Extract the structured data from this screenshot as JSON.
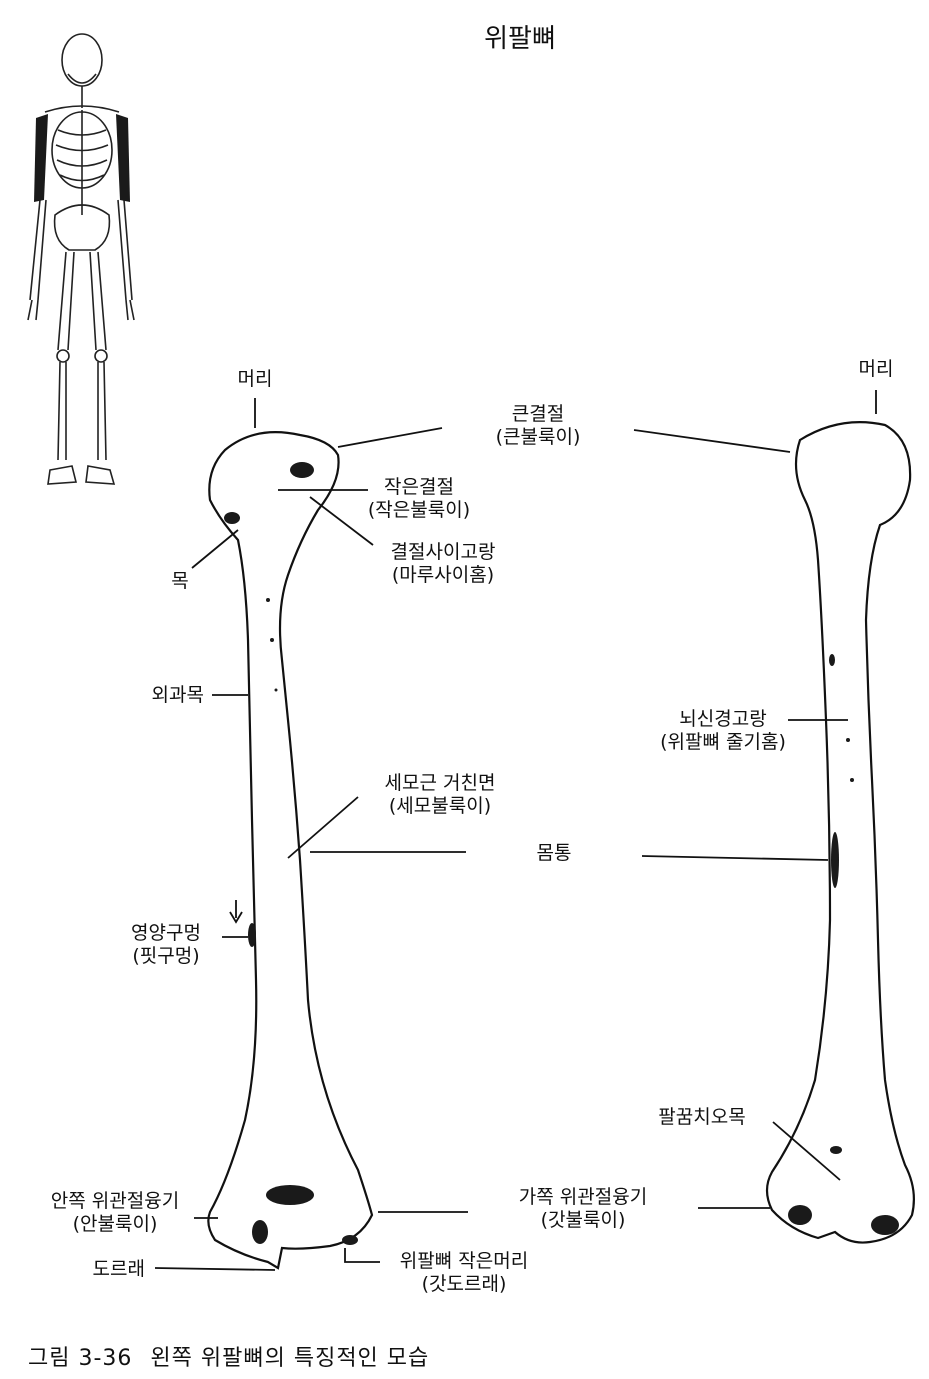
{
  "title": "위팔뼈",
  "caption": {
    "figure_no": "그림 3-36",
    "text": "왼쪽 위팔뼈의 특징적인 모습"
  },
  "labels": {
    "head_left": "머리",
    "head_right": "머리",
    "greater_tubercle": [
      "큰결절",
      "(큰불룩이)"
    ],
    "lesser_tubercle": [
      "작은결절",
      "(작은불룩이)"
    ],
    "intertubercular_groove": [
      "결절사이고랑",
      "(마루사이홈)"
    ],
    "neck": "목",
    "surgical_neck": "외과목",
    "deltoid_tuberosity": [
      "세모근 거친면",
      "(세모불룩이)"
    ],
    "radial_groove": [
      "뇌신경고랑",
      "(위팔뼈 줄기홈)"
    ],
    "shaft": "몸통",
    "nutrient_foramen": [
      "영양구멍",
      "(핏구멍)"
    ],
    "olecranon_fossa": "팔꿈치오목",
    "medial_epicondyle": [
      "안쪽 위관절융기",
      "(안불룩이)"
    ],
    "lateral_epicondyle": [
      "가쪽 위관절융기",
      "(갓불룩이)"
    ],
    "trochlea": "도르래",
    "capitulum": [
      "위팔뼈 작은머리",
      "(갓도르래)"
    ]
  }
}
